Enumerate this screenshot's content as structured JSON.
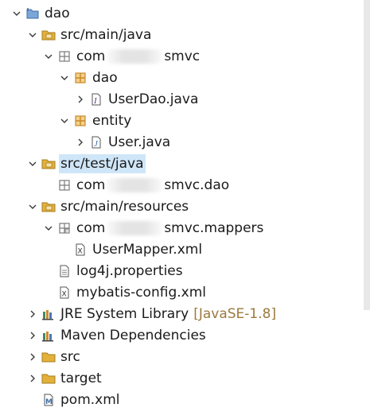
{
  "tree": {
    "items": [
      {
        "label": "dao",
        "toggle": "open",
        "icon": "project-icon",
        "indent": 0
      },
      {
        "label": "src/main/java",
        "toggle": "open",
        "icon": "source-folder-icon",
        "indent": 1
      },
      {
        "label_prefix": "com",
        "label_suffix": "smvc",
        "toggle": "open",
        "icon": "package-icon",
        "indent": 2,
        "redacted": true
      },
      {
        "label": "dao",
        "toggle": "open",
        "icon": "package-icon-filled",
        "indent": 3
      },
      {
        "label": "UserDao.java",
        "toggle": "closed",
        "icon": "java-interface-icon",
        "indent": 4
      },
      {
        "label": "entity",
        "toggle": "open",
        "icon": "package-icon-filled",
        "indent": 3
      },
      {
        "label": "User.java",
        "toggle": "closed",
        "icon": "java-file-icon",
        "indent": 4
      },
      {
        "label": "src/test/java",
        "toggle": "open",
        "icon": "source-folder-icon",
        "indent": 1,
        "selected": true
      },
      {
        "label_prefix": "com",
        "label_suffix": "smvc.dao",
        "toggle": "none",
        "icon": "package-icon",
        "indent": 2,
        "redacted": true
      },
      {
        "label": "src/main/resources",
        "toggle": "open",
        "icon": "source-folder-icon",
        "indent": 1
      },
      {
        "label_prefix": "com",
        "label_suffix": "smvc.mappers",
        "toggle": "open",
        "icon": "package-icon-alt",
        "indent": 2,
        "redacted": true
      },
      {
        "label": "UserMapper.xml",
        "toggle": "none",
        "icon": "xml-file-icon",
        "indent": 3
      },
      {
        "label": "log4j.properties",
        "toggle": "none",
        "icon": "properties-file-icon",
        "indent": 2
      },
      {
        "label": "mybatis-config.xml",
        "toggle": "none",
        "icon": "xml-file-icon",
        "indent": 2
      },
      {
        "label": "JRE System Library",
        "decoration": "[JavaSE-1.8]",
        "toggle": "closed",
        "icon": "library-icon",
        "indent": 1
      },
      {
        "label": "Maven Dependencies",
        "toggle": "closed",
        "icon": "library-icon",
        "indent": 1
      },
      {
        "label": "src",
        "toggle": "closed",
        "icon": "folder-icon",
        "indent": 1
      },
      {
        "label": "target",
        "toggle": "closed",
        "icon": "folder-icon",
        "indent": 1
      },
      {
        "label": "pom.xml",
        "toggle": "none",
        "icon": "maven-pom-icon",
        "indent": 1
      }
    ]
  },
  "colors": {
    "selection": "#cfe6f8",
    "toggle": "#3a3a3a",
    "decoration": "#9a7a3d",
    "package": "#7a7a7a",
    "package_filled": "#c7892a",
    "folder": "#e3b13a"
  }
}
